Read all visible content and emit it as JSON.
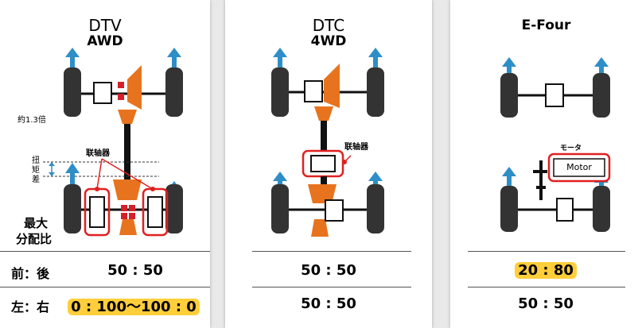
{
  "panels": [
    {
      "title_line1": "DTV",
      "title_line2": "AWD",
      "torque_ratio_label": "約1.3倍",
      "torque_diff_label": [
        "扭",
        "矩",
        "差"
      ],
      "coupler_label": "联轴器",
      "max_dist_label_1": "最大",
      "max_dist_label_2": "分配比",
      "front_rear_label": "前：後",
      "left_right_label": "左：右",
      "front_rear_value": "50 : 50",
      "left_right_value": "0 : 100〜100 : 0"
    },
    {
      "title_line1": "DTC",
      "title_line2": "4WD",
      "coupler_label": "联轴器",
      "front_rear_value": "50 : 50",
      "left_right_value": "50 : 50"
    },
    {
      "title_line1": "E-Four",
      "motor_label": "Motor",
      "motor_small_label": "モータ",
      "front_rear_value": "20 : 80",
      "left_right_value": "50 : 50"
    }
  ],
  "colors": {
    "arrow": "#2e8ec7",
    "gear": "#e8731e",
    "highlight_box": "#e02020",
    "value_highlight": "#ffce3a",
    "coupler_red": "#d4202a"
  }
}
